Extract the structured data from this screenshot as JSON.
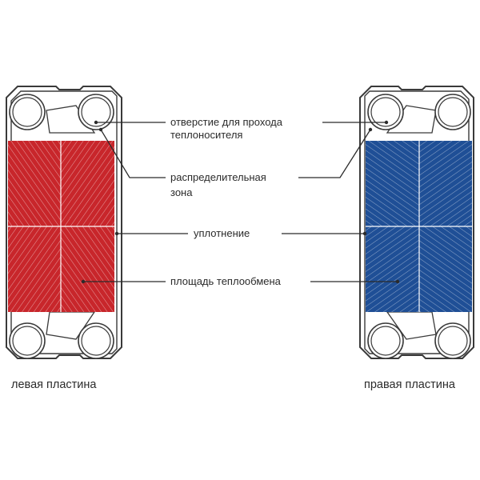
{
  "labels": {
    "port_line1": "отверстие для прохода",
    "port_line2": "теплоносителя",
    "distribution_line1": "распределительная",
    "distribution_line2": "зона",
    "gasket": "уплотнение",
    "heat_area": "площадь теплообмена"
  },
  "captions": {
    "left": "левая пластина",
    "right": "правая пластина"
  },
  "colors": {
    "left_plate_fill": "#c8262b",
    "right_plate_fill": "#1f4f96",
    "frame_stroke": "#3a3a3a",
    "leader_line": "#2b2b2b"
  }
}
